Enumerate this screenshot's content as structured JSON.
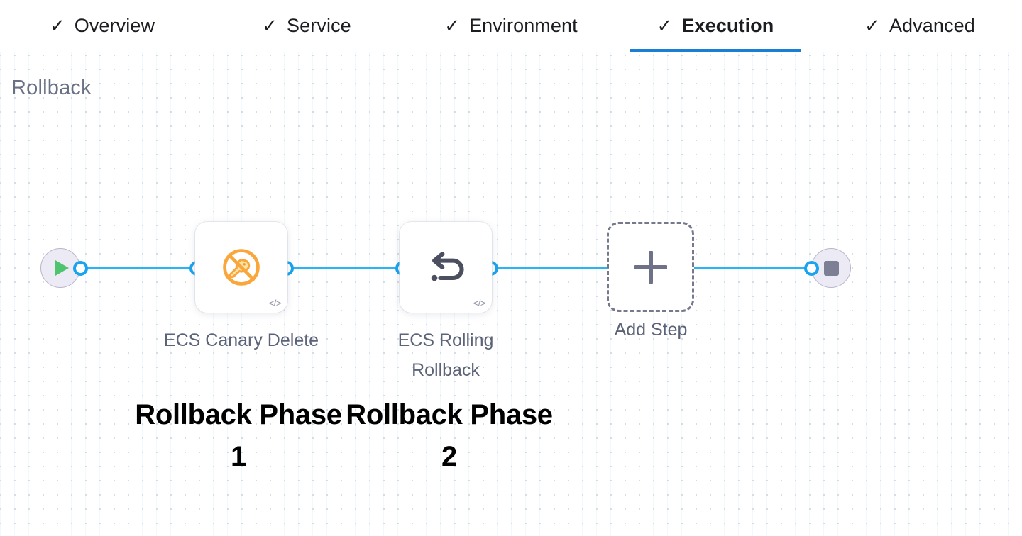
{
  "tabs": [
    {
      "label": "Overview",
      "icon": "check-icon",
      "active": false,
      "complete": true
    },
    {
      "label": "Service",
      "icon": "check-icon",
      "active": false,
      "complete": true
    },
    {
      "label": "Environment",
      "icon": "check-icon",
      "active": false,
      "complete": true
    },
    {
      "label": "Execution",
      "icon": "check-icon",
      "active": true,
      "complete": true
    },
    {
      "label": "Advanced",
      "icon": "check-icon",
      "active": false,
      "complete": true
    }
  ],
  "canvas": {
    "title": "Rollback",
    "start_node": {
      "icon": "play-icon",
      "name": "pipeline-start"
    },
    "end_node": {
      "icon": "stop-icon",
      "name": "pipeline-end"
    },
    "steps": [
      {
        "label": "ECS Canary Delete",
        "icon": "ecs-canary-delete-icon",
        "badge": "</>",
        "annotation": "Rollback Phase 1"
      },
      {
        "label": "ECS Rolling Rollback",
        "icon": "rollback-arrow-icon",
        "badge": "</>",
        "annotation": "Rollback Phase 2"
      }
    ],
    "add_step": {
      "label": "Add Step",
      "icon": "plus-icon"
    }
  },
  "colors": {
    "accent_blue": "#1a7fd4",
    "edge_blue": "#29b5f5",
    "port_blue": "#1aa3ee",
    "canary_orange": "#f8a33c",
    "rollback_gray": "#4b4f60",
    "play_green": "#4ec46e",
    "title_gray": "#6a7185",
    "label_gray": "#5c6378"
  },
  "checkmark_glyph": "✓",
  "tab_check_labels": {
    "0": "Overview",
    "1": "Service",
    "2": "Environment",
    "3": "Execution",
    "4": "Advanced"
  }
}
